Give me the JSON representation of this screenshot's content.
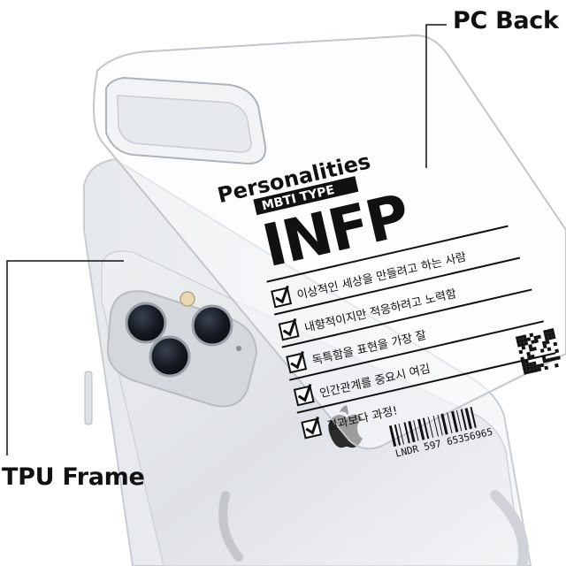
{
  "callouts": {
    "pc_back": "PC Back",
    "tpu_frame": "TPU Frame"
  },
  "print": {
    "title": "Personalities",
    "subtitle": "MBTI TYPE",
    "type_code": "INFP",
    "checklist": [
      "이상적인 세상을 만들려고 하는 사람",
      "내향적이지만 적응하려고 노력함",
      "독특함을 표현을 가장 잘",
      "인간관계를 중요시 여김",
      "결과보다 과정!"
    ],
    "barcode_text": "LNDR 597 65356965"
  },
  "icons": [
    "apple-logo-icon",
    "qr-code-icon",
    "barcode-icon",
    "checkbox-icon"
  ],
  "colors": {
    "ink": "#111111",
    "case_edge": "#c8ccd0",
    "phone_body": "#d9dde1",
    "lens": "#1b1f26"
  }
}
